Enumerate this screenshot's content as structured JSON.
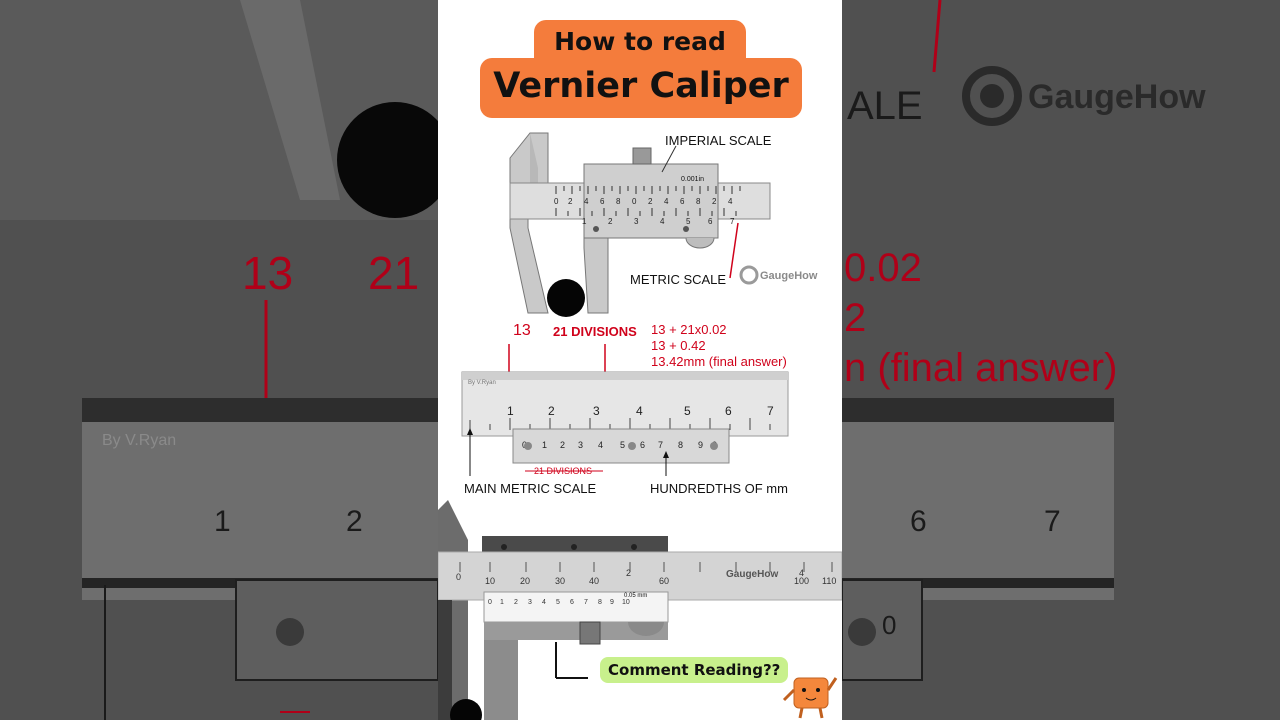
{
  "title": {
    "line1": "How to read",
    "line2": "Vernier Caliper"
  },
  "brand": {
    "name": "GaugeHow",
    "accent": "#f47c3c"
  },
  "diagram1": {
    "imperial_label": "IMPERIAL SCALE",
    "metric_label": "METRIC SCALE",
    "resolution": "0.001in"
  },
  "diagram2": {
    "main_reading": "13",
    "divisions_label": "21 DIVISIONS",
    "calc_line1": "13 + 21x0.02",
    "calc_line2": "13 + 0.42",
    "calc_line3": "13.42mm (final answer)",
    "credit": "By V.Ryan",
    "main_scale_label": "MAIN METRIC SCALE",
    "vernier_label": "HUNDREDTHS OF mm",
    "bracket_label": "21 DIVISIONS"
  },
  "photo": {
    "vernier_resolution": "0.05 mm"
  },
  "cta": {
    "comment": "Comment Reading??"
  },
  "background": {
    "left_number_a": "13",
    "left_number_b": "21",
    "right_text_a": "ALE",
    "right_text_b": "0.02",
    "right_text_c": "2",
    "right_text_d": "n (final answer)",
    "credit": "By V.Ryan"
  }
}
